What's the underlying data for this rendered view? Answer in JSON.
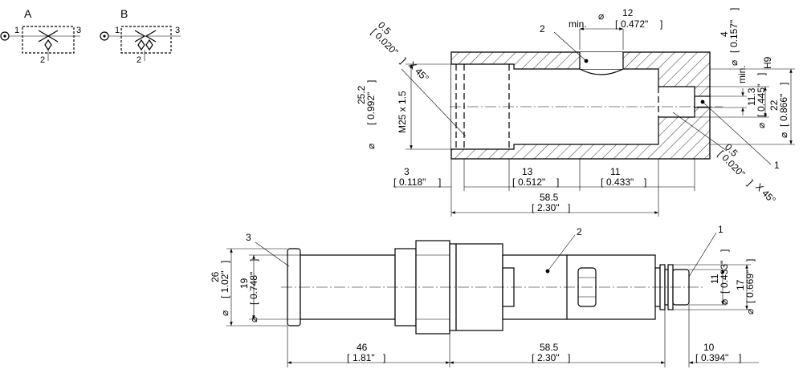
{
  "symbols": {
    "a_label": "A",
    "b_label": "B",
    "port_1": "1",
    "port_2": "2",
    "port_3": "3"
  },
  "section": {
    "callout_1": "1",
    "callout_2": "2",
    "dim_min12_prefix": "min.",
    "dim_min12_value": "12",
    "dim_min12_inch": "0.472\"",
    "dim_chamfer_top_value": "0.5",
    "dim_chamfer_top_inch": "0.020\"",
    "dim_chamfer_top_angle": "X 45°",
    "dim_252_value": "25.2",
    "dim_252_inch": "0.992\"",
    "dim_thread": "M25 x 1.5",
    "dim_4_value": "4",
    "dim_4_inch": "0.157\"",
    "dim_4_fit": "H9",
    "dim_113_prefix": "min.",
    "dim_113_value": "11.3",
    "dim_113_inch": "0.445\"",
    "dim_22_value": "22",
    "dim_22_inch": "0.866\"",
    "dim_chamfer_bot_value": "0.5",
    "dim_chamfer_bot_inch": "0.020\"",
    "dim_chamfer_bot_angle": "X 45°",
    "dim_3_value": "3",
    "dim_3_inch": "0.118\"",
    "dim_13_value": "13",
    "dim_13_inch": "0.512\"",
    "dim_11_value": "11",
    "dim_11_inch": "0.433\"",
    "dim_585_value": "58.5",
    "dim_585_inch": "2.30\""
  },
  "valve": {
    "callout_1": "1",
    "callout_2": "2",
    "callout_3": "3",
    "dim_26_value": "26",
    "dim_26_inch": "1.02\"",
    "dim_19_value": "19",
    "dim_19_inch": "0.748\"",
    "dim_11_value": "11",
    "dim_11_inch": "0.433\"",
    "dim_17_value": "17",
    "dim_17_inch": "0.669\"",
    "dim_46_value": "46",
    "dim_46_inch": "1.81\"",
    "dim_585_value": "58.5",
    "dim_585_inch": "2.30\"",
    "dim_10_value": "10",
    "dim_10_inch": "0.394\""
  },
  "glyphs": {
    "diameter": "⌀",
    "bracket_open": "[",
    "bracket_close": "]"
  }
}
